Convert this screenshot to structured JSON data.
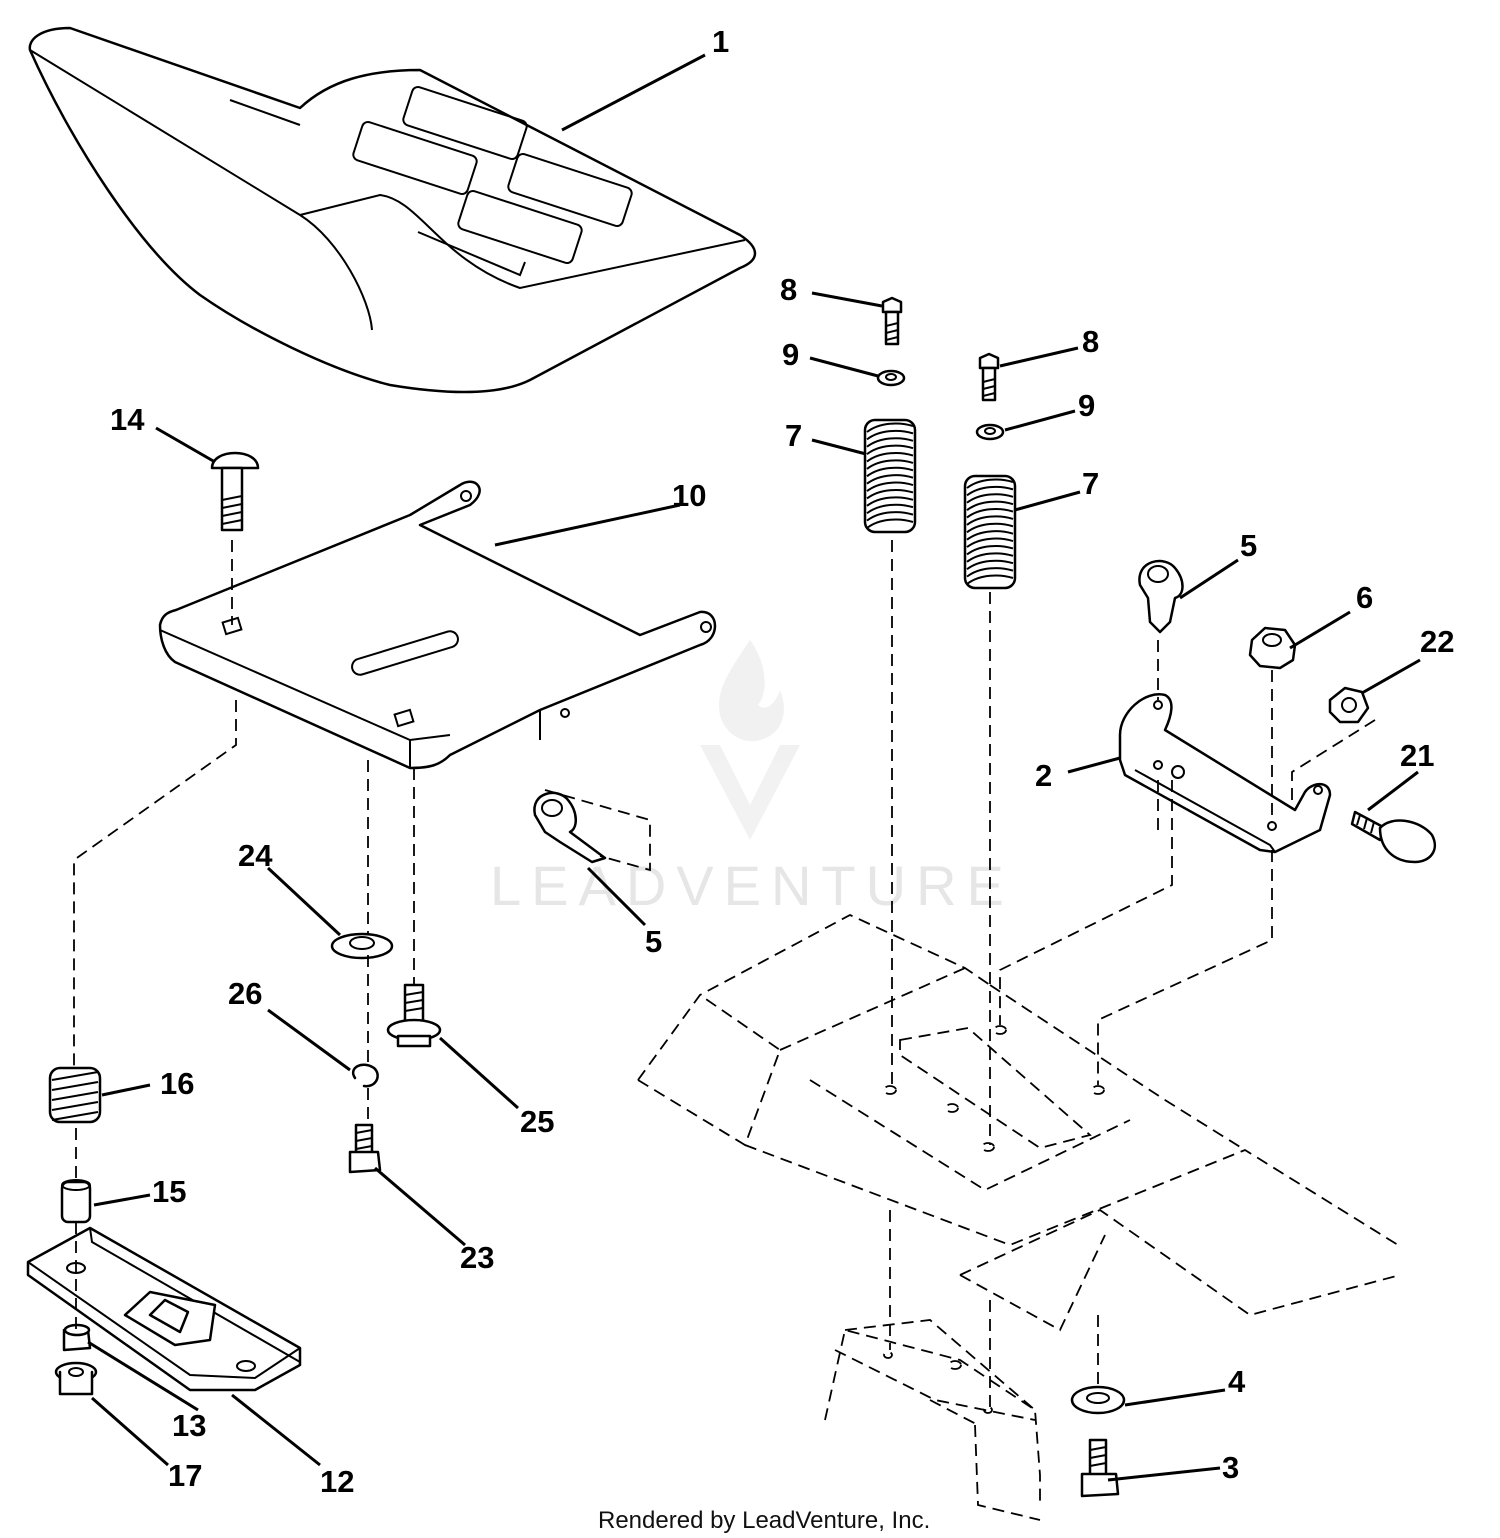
{
  "callouts": [
    {
      "id": "c1",
      "text": "1"
    },
    {
      "id": "c2",
      "text": "2"
    },
    {
      "id": "c3",
      "text": "3"
    },
    {
      "id": "c4",
      "text": "4"
    },
    {
      "id": "c5a",
      "text": "5"
    },
    {
      "id": "c5b",
      "text": "5"
    },
    {
      "id": "c6",
      "text": "6"
    },
    {
      "id": "c7a",
      "text": "7"
    },
    {
      "id": "c7b",
      "text": "7"
    },
    {
      "id": "c8a",
      "text": "8"
    },
    {
      "id": "c8b",
      "text": "8"
    },
    {
      "id": "c9a",
      "text": "9"
    },
    {
      "id": "c9b",
      "text": "9"
    },
    {
      "id": "c10",
      "text": "10"
    },
    {
      "id": "c12",
      "text": "12"
    },
    {
      "id": "c13",
      "text": "13"
    },
    {
      "id": "c14",
      "text": "14"
    },
    {
      "id": "c15",
      "text": "15"
    },
    {
      "id": "c16",
      "text": "16"
    },
    {
      "id": "c17",
      "text": "17"
    },
    {
      "id": "c21",
      "text": "21"
    },
    {
      "id": "c22",
      "text": "22"
    },
    {
      "id": "c23",
      "text": "23"
    },
    {
      "id": "c24",
      "text": "24"
    },
    {
      "id": "c25",
      "text": "25"
    },
    {
      "id": "c26",
      "text": "26"
    }
  ],
  "watermark": "LEADVENTURE",
  "footer": "Rendered by LeadVenture, Inc.",
  "colors": {
    "line": "#000000",
    "background": "#ffffff",
    "watermark": "#e6e6e6"
  }
}
